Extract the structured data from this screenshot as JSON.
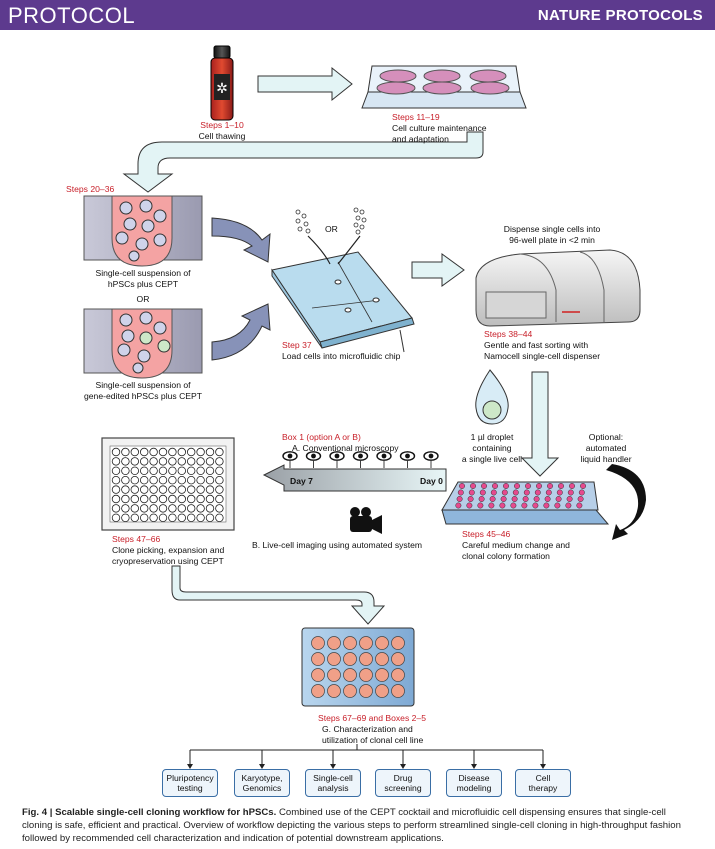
{
  "header": {
    "section": "PROTOCOL",
    "journal": "NATURE PROTOCOLS"
  },
  "steps": {
    "s1": {
      "label": "Steps 1–10",
      "desc": "Cell thawing"
    },
    "s11": {
      "label": "Steps 11–19",
      "desc1": "Cell culture maintenance",
      "desc2": "and adaptation"
    },
    "s20": {
      "label": "Steps 20–36"
    },
    "susp1": {
      "l1": "Single-cell suspension of",
      "l2": "hPSCs plus CEPT"
    },
    "or": "OR",
    "susp2": {
      "l1": "Single-cell suspension of",
      "l2": "gene-edited hPSCs plus CEPT"
    },
    "s37": {
      "label": "Step 37",
      "desc": "Load cells into microfluidic chip"
    },
    "chip_or": "OR",
    "dispense": {
      "l1": "Dispense single cells into",
      "l2": "96-well plate in <2 min"
    },
    "s38": {
      "label": "Steps 38–44",
      "l1": "Gentle and fast sorting with",
      "l2": "Namocell single-cell dispenser"
    },
    "droplet": {
      "l1": "1 µl droplet",
      "l2": "containing",
      "l3": "a single live cell"
    },
    "optional": {
      "l1": "Optional:",
      "l2": "automated",
      "l3": "liquid handler"
    },
    "box1": {
      "label": "Box 1 (option A or B)",
      "a": "A. Conventional microscopy",
      "b": "B. Live-cell imaging using automated system"
    },
    "timeline": {
      "start": "Day 7",
      "end": "Day 0"
    },
    "s45": {
      "label": "Steps 45–46",
      "l1": "Careful medium change and",
      "l2": "clonal colony formation"
    },
    "s47": {
      "label": "Steps 47–66",
      "l1": "Clone picking, expansion and",
      "l2": "cryopreservation using CEPT"
    },
    "s67": {
      "label": "Steps 67–69 and Boxes 2–5",
      "l1": "G. Characterization and",
      "l2": "utilization of clonal cell line"
    }
  },
  "applications": [
    {
      "l1": "Pluripotency",
      "l2": "testing"
    },
    {
      "l1": "Karyotype,",
      "l2": "Genomics"
    },
    {
      "l1": "Single-cell",
      "l2": "analysis"
    },
    {
      "l1": "Drug",
      "l2": "screening"
    },
    {
      "l1": "Disease",
      "l2": "modeling"
    },
    {
      "l1": "Cell",
      "l2": "therapy"
    }
  ],
  "caption": {
    "title": "Fig. 4 | Scalable single-cell cloning workflow for hPSCs.",
    "text": " Combined use of the CEPT cocktail and microfluidic cell dispensing ensures that single-cell cloning is safe, efficient and practical. Overview of workflow depicting the various steps to perform streamlined single-cell cloning in high-throughput fashion followed by recommended cell characterization and indication of potential downstream applications."
  },
  "colors": {
    "header": "#5d3a8e",
    "step_label": "#c8202a",
    "arrow": "#d8f0f2",
    "well": "#f0a088"
  }
}
